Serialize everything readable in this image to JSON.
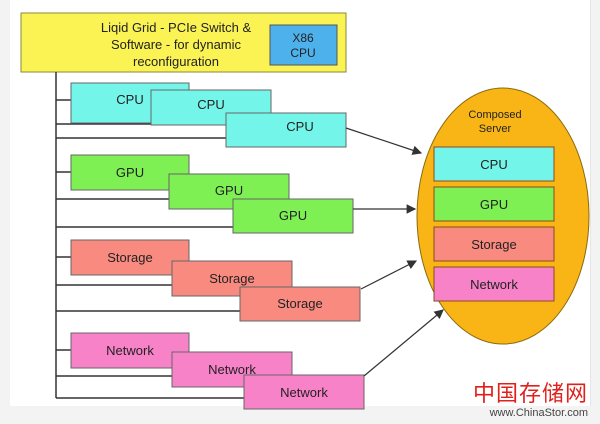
{
  "header_box": {
    "title_lines": [
      "Liqid Grid - PCIe Switch &",
      "Software - for dynamic",
      "reconfiguration"
    ],
    "cpu_label_lines": [
      "X86",
      "CPU"
    ],
    "fill": "#fbf354",
    "cpu_fill": "#4db2ec"
  },
  "groups": [
    {
      "name": "cpu",
      "label": "CPU",
      "fill": "#74f5ea",
      "count": 3
    },
    {
      "name": "gpu",
      "label": "GPU",
      "fill": "#7ef053",
      "count": 3
    },
    {
      "name": "storage",
      "label": "Storage",
      "fill": "#f98a80",
      "count": 3
    },
    {
      "name": "network",
      "label": "Network",
      "fill": "#f882c8",
      "count": 3
    }
  ],
  "composed_server": {
    "title_lines": [
      "Composed",
      "Server"
    ],
    "fill": "#f8b515",
    "slots": [
      {
        "label": "CPU",
        "fill": "#74f5ea"
      },
      {
        "label": "GPU",
        "fill": "#7ef053"
      },
      {
        "label": "Storage",
        "fill": "#f98a80"
      },
      {
        "label": "Network",
        "fill": "#f882c8"
      }
    ]
  },
  "watermark": {
    "chinese": "中国存储网",
    "url": "www.ChinaStor.com"
  }
}
